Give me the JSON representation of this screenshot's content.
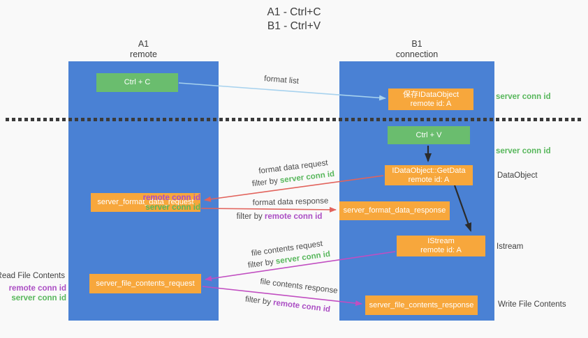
{
  "title": {
    "line1": "A1 - Ctrl+C",
    "line2": "B1 - Ctrl+V"
  },
  "colors": {
    "bg": "#f9f9f9",
    "lane_blue": "#4a81d4",
    "green": "#6abd6e",
    "orange": "#f7a73c",
    "red": "#e2635c",
    "magenta": "#c14ec1",
    "lightblue": "#a7d2ee",
    "black_arrow": "#2b2b2b",
    "green_text": "#58b75c",
    "purple_text": "#ab4ec4",
    "ink": "#3c3c3c",
    "dot": "#3b3b3b"
  },
  "lanes": {
    "left": {
      "line1": "A1",
      "line2": "remote"
    },
    "right": {
      "line1": "B1",
      "line2": "connection"
    }
  },
  "nodes": {
    "ctrl_c": "Ctrl + C",
    "ctrl_v": "Ctrl + V",
    "save_dataobject": {
      "line1": "保存IDataObject",
      "line2": "remote id: A"
    },
    "getdata": {
      "line1": "IDataObject::GetData",
      "line2": "remote id: A"
    },
    "istream": {
      "line1": "IStream",
      "line2": "remote id: A"
    },
    "format_request": "server_format_data_request",
    "format_response": "server_format_data_response",
    "file_request": "server_file_contents_request",
    "file_response": "server_file_contents_response"
  },
  "arrow_labels": {
    "format_list": "format list",
    "format_data_request": "format data request",
    "format_data_response": "format data response",
    "file_contents_request": "file contents request",
    "file_contents_response": "file contents response",
    "filter_prefix": "filter by ",
    "server_conn_id": "server conn id",
    "remote_conn_id": "remote conn id"
  },
  "side_labels": {
    "server_conn_id": "server conn id",
    "remote_conn_id": "remote conn id",
    "dataobject": "DataObject",
    "istream": "Istream",
    "read_file": "Read File Contents",
    "write_file": "Write File Contents"
  }
}
